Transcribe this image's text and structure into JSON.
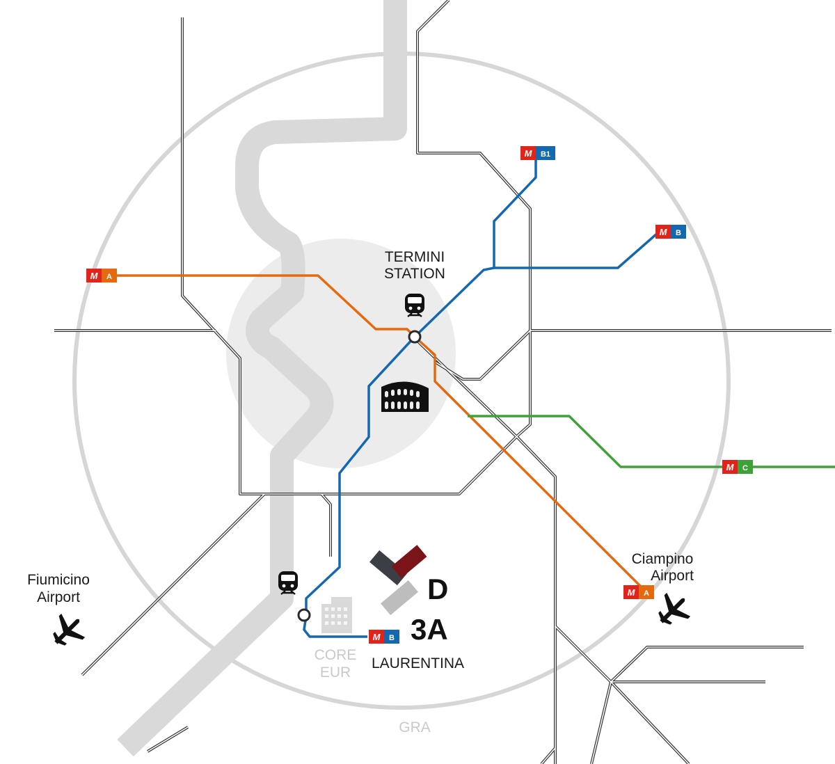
{
  "labels": {
    "termini_line1": "TERMINI",
    "termini_line2": "STATION",
    "ciampino_line1": "Ciampino",
    "ciampino_line2": "Airport",
    "fiumicino_line1": "Fiumicino",
    "fiumicino_line2": "Airport",
    "laurentina": "LAURENTINA",
    "core_eur_line1": "CORE",
    "core_eur_line2": "EUR",
    "gra": "GRA",
    "logo_d": "D",
    "logo_3a": "3A"
  },
  "badges": {
    "metro_symbol": "M",
    "line_a_west": "A",
    "line_a_ciampino": "A",
    "line_b": "B",
    "line_b1": "B1",
    "line_c": "C",
    "line_b_laurentina": "B"
  },
  "colors": {
    "metro_a": "#e5690f",
    "metro_b": "#1468b0",
    "metro_c": "#3ea239",
    "metro_badge_red": "#e2231a",
    "ring": "#d6d6d6",
    "river": "#d9d9d9",
    "centre": "#ececec",
    "road": "#333333",
    "logo_dark_red": "#7a1419",
    "logo_dark_grey": "#3b3f45",
    "logo_light_grey": "#bdbdbd"
  },
  "icons": {
    "train_termini": "train-icon",
    "train_west": "train-icon",
    "colosseum": "colosseum-icon",
    "plane_fiumicino": "airplane-icon",
    "plane_ciampino": "airplane-icon",
    "building_eur": "office-building-icon"
  }
}
